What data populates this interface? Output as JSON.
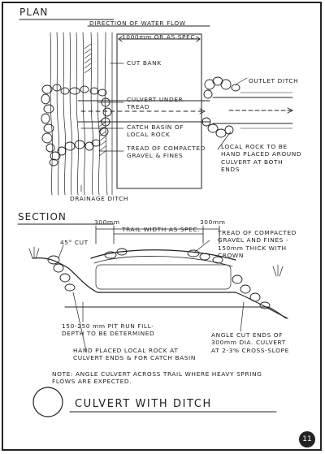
{
  "headings": {
    "plan": "PLAN",
    "section": "SECTION"
  },
  "plan_labels": {
    "direction_of_water_flow": "DIRECTION OF WATER FLOW",
    "width_spec": "1000mm OR AS SPEC.",
    "cut_bank": "CUT BANK",
    "outlet_ditch": "OUTLET DITCH",
    "culvert_under_tread": "CULVERT UNDER\nTREAD",
    "catch_basin": "CATCH BASIN OF\nLOCAL ROCK",
    "tread_compacted": "TREAD OF COMPACTED\nGRAVEL & FINES",
    "local_rock": "LOCAL ROCK TO BE\nHAND PLACED AROUND\nCULVERT AT BOTH\nENDS",
    "drainage_ditch": "DRAINAGE DITCH"
  },
  "section_labels": {
    "dim_left": "300mm",
    "dim_right": "300mm",
    "trail_width": "TRAIL WIDTH AS SPEC.",
    "cut_45": "45° CUT",
    "tread_crown": "TREAD OF COMPACTED\nGRAVEL AND FINES -\n150mm THICK WITH\nCROWN",
    "pit_run_fill": "150-250 mm PIT RUN FILL-\nDEPTH TO BE DETERMINED",
    "angle_cut_ends": "ANGLE CUT ENDS OF\n300mm DIA. CULVERT\nAT 2-3% CROSS-SLOPE",
    "hand_placed_rock": "HAND PLACED LOCAL ROCK AT\nCULVERT ENDS & FOR CATCH BASIN"
  },
  "note": "NOTE: ANGLE CULVERT ACROSS TRAIL WHERE HEAVY SPRING\nFLOWS ARE EXPECTED.",
  "title": "CULVERT WITH DITCH",
  "page_number": "11"
}
